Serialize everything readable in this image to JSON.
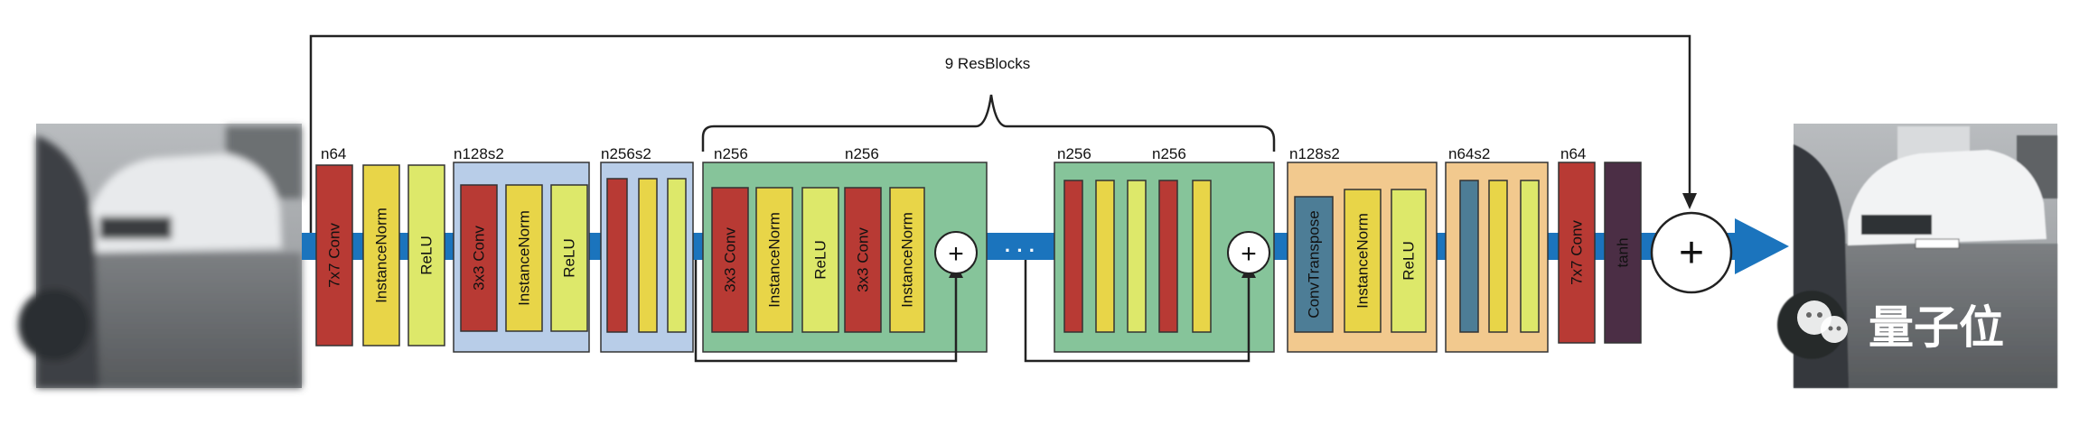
{
  "colors": {
    "conv": "#b83a34",
    "norm": "#e8d548",
    "relu": "#dde86a",
    "transpose": "#4d7d96",
    "tanh": "#4b2e45",
    "group_blue": "#b8cde8",
    "group_green": "#86c49a",
    "group_orange": "#f2c98e",
    "pipe": "#1b74bd",
    "outline": "#333333"
  },
  "header": {
    "resblocks_label": "9 ResBlocks"
  },
  "labels": {
    "n64_a": "n64",
    "n128s2_a": "n128s2",
    "n256s2": "n256s2",
    "rb1_a": "n256",
    "rb1_b": "n256",
    "rb2_a": "n256",
    "rb2_b": "n256",
    "n128s2_b": "n128s2",
    "n64s2": "n64s2",
    "n64_b": "n64"
  },
  "layers": {
    "conv7x7_a": "7x7 Conv",
    "norm_a": "InstanceNorm",
    "relu_a": "ReLU",
    "conv3x3_b": "3x3 Conv",
    "norm_b": "InstanceNorm",
    "relu_b": "ReLU",
    "rb_conv1": "3x3 Conv",
    "rb_norm1": "InstanceNorm",
    "rb_relu": "ReLU",
    "rb_conv2": "3x3 Conv",
    "rb_norm2": "InstanceNorm",
    "convtranspose": "ConvTranspose",
    "norm_up": "InstanceNorm",
    "relu_up": "ReLU",
    "conv7x7_out": "7x7 Conv",
    "tanh": "tanh"
  },
  "symbols": {
    "plus": "+",
    "ellipsis": "· · ·"
  },
  "watermark": {
    "text": "量子位"
  }
}
